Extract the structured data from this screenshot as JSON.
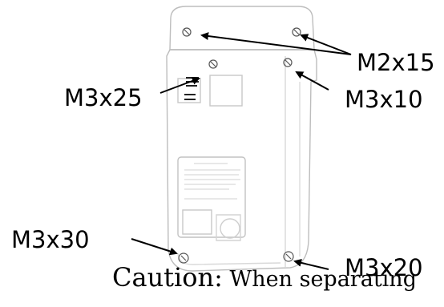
{
  "figure": {
    "screw_labels": {
      "m2x15": "M2x15",
      "m3x25": "M3x25",
      "m3x10": "M3x10",
      "m3x30": "M3x30",
      "m3x20": "M3x20"
    },
    "caption": {
      "lead": "Caution:",
      "rest": " When separating"
    }
  },
  "colors": {
    "ink": "#000000",
    "device_outline": "#bdbdbd",
    "device_faint": "#d9d9d9"
  }
}
